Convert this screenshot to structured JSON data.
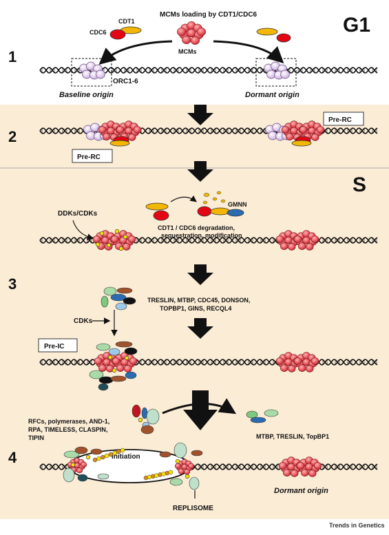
{
  "phase_labels": {
    "g1": "G1",
    "s": "S"
  },
  "steps": {
    "one": "1",
    "two": "2",
    "three": "3",
    "four": "4"
  },
  "step1": {
    "title": "MCMs loading by CDT1/CDC6",
    "cdt1": "CDT1",
    "cdc6": "CDC6",
    "mcms": "MCMs",
    "orc": "ORC1-6",
    "baseline_origin": "Baseline origin",
    "dormant_origin": "Dormant origin"
  },
  "step2": {
    "pre_rc": "Pre-RC"
  },
  "step3": {
    "gmnn": "GMNN",
    "degradation_line1": "CDT1 / CDC6 degradation,",
    "degradation_line2": "sequestration, modification",
    "ddks": "DDKs/CDKs",
    "factors_line1": "TRESLIN, MTBP, CDC45, DONSON,",
    "factors_line2": "TOPBP1, GINS, RECQL4",
    "cdks": "CDKs",
    "pre_ic": "Pre-IC"
  },
  "step4": {
    "left_line1": "RFCs, polymerases, AND-1,",
    "left_line2": "RPA, TIMELESS, CLASPIN,",
    "left_line3": "TIPIN",
    "released": "MTBP, TRESLIN, TopBP1",
    "initiation": "Initiation",
    "replisome": "REPLISOME",
    "dormant_origin": "Dormant origin"
  },
  "footer": "Trends in Genetics",
  "colors": {
    "mcm": "#e8555c",
    "cdt1": "#f2b705",
    "cdc6": "#e30613",
    "orc": "#d8c4e6",
    "band": "#fbecd6",
    "gmnn": "#2b6cb0"
  }
}
